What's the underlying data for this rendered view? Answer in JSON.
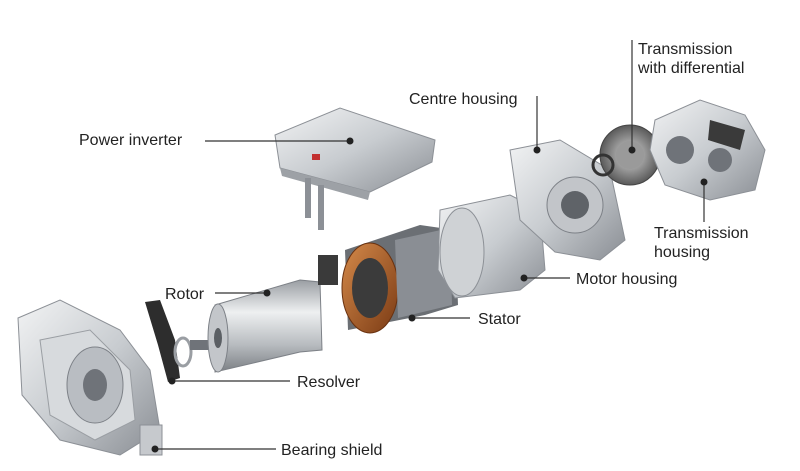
{
  "labels": {
    "power_inverter": "Power inverter",
    "centre_housing": "Centre housing",
    "transmission_diff": "Transmission\nwith differential",
    "transmission_housing": "Transmission\nhousing",
    "motor_housing": "Motor housing",
    "stator": "Stator",
    "rotor": "Rotor",
    "resolver": "Resolver",
    "bearing_shield": "Bearing shield"
  },
  "colors": {
    "leader_line": "#333333",
    "dot": "#222222",
    "aluminium_light": "#e6e8ea",
    "aluminium_mid": "#b9bdc2",
    "aluminium_dark": "#7d8187",
    "copper": "#b5652a",
    "steel_dark": "#3a3a3a"
  }
}
